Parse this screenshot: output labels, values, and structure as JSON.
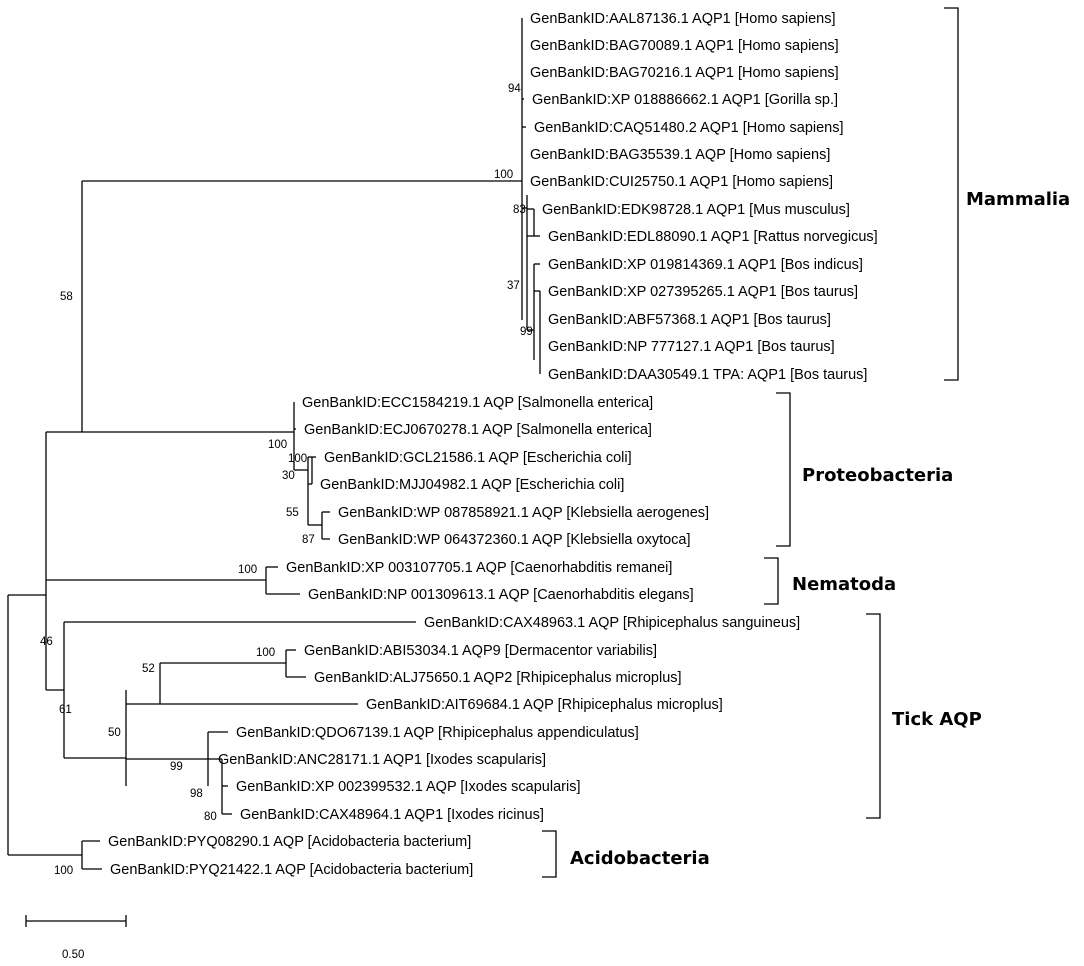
{
  "leaves": [
    {
      "id": "L1",
      "label": "GenBankID:AAL87136.1 AQP1 [Homo sapiens]"
    },
    {
      "id": "L2",
      "label": "GenBankID:BAG70089.1 AQP1 [Homo sapiens]"
    },
    {
      "id": "L3",
      "label": "GenBankID:BAG70216.1 AQP1 [Homo sapiens]"
    },
    {
      "id": "L4",
      "label": "GenBankID:XP 018886662.1 AQP1 [Gorilla sp.]"
    },
    {
      "id": "L5",
      "label": "GenBankID:CAQ51480.2 AQP1 [Homo sapiens]"
    },
    {
      "id": "L6",
      "label": "GenBankID:BAG35539.1 AQP [Homo sapiens]"
    },
    {
      "id": "L7",
      "label": "GenBankID:CUI25750.1 AQP1 [Homo sapiens]"
    },
    {
      "id": "L8",
      "label": "GenBankID:EDK98728.1 AQP1 [Mus musculus]"
    },
    {
      "id": "L9",
      "label": "GenBankID:EDL88090.1 AQP1 [Rattus norvegicus]"
    },
    {
      "id": "L10",
      "label": "GenBankID:XP 019814369.1 AQP1 [Bos indicus]"
    },
    {
      "id": "L11",
      "label": "GenBankID:XP 027395265.1 AQP1 [Bos taurus]"
    },
    {
      "id": "L12",
      "label": "GenBankID:ABF57368.1 AQP1 [Bos taurus]"
    },
    {
      "id": "L13",
      "label": "GenBankID:NP 777127.1 AQP1 [Bos taurus]"
    },
    {
      "id": "L14",
      "label": "GenBankID:DAA30549.1 TPA: AQP1 [Bos taurus]"
    },
    {
      "id": "L15",
      "label": "GenBankID:ECC1584219.1 AQP [Salmonella enterica]"
    },
    {
      "id": "L16",
      "label": "GenBankID:ECJ0670278.1 AQP [Salmonella enterica]"
    },
    {
      "id": "L17",
      "label": "GenBankID:GCL21586.1 AQP [Escherichia coli]"
    },
    {
      "id": "L18",
      "label": "GenBankID:MJJ04982.1 AQP [Escherichia coli]"
    },
    {
      "id": "L19",
      "label": "GenBankID:WP 087858921.1 AQP [Klebsiella aerogenes]"
    },
    {
      "id": "L20",
      "label": "GenBankID:WP 064372360.1 AQP [Klebsiella oxytoca]"
    },
    {
      "id": "L21",
      "label": "GenBankID:XP 003107705.1  AQP [Caenorhabditis remanei]"
    },
    {
      "id": "L22",
      "label": "GenBankID:NP 001309613.1  AQP [Caenorhabditis elegans]"
    },
    {
      "id": "L23",
      "label": "GenBankID:CAX48963.1 AQP [Rhipicephalus sanguineus]"
    },
    {
      "id": "L24",
      "label": "GenBankID:ABI53034.1 AQP9 [Dermacentor variabilis]"
    },
    {
      "id": "L25",
      "label": "GenBankID:ALJ75650.1 AQP2 [Rhipicephalus microplus]"
    },
    {
      "id": "L26",
      "label": "GenBankID:AIT69684.1 AQP [Rhipicephalus microplus]"
    },
    {
      "id": "L27",
      "label": "GenBankID:QDO67139.1 AQP [Rhipicephalus appendiculatus]"
    },
    {
      "id": "L28",
      "label": "GenBankID:ANC28171.1 AQP1 [Ixodes scapularis]"
    },
    {
      "id": "L29",
      "label": "GenBankID:XP 002399532.1 AQP [Ixodes scapularis]"
    },
    {
      "id": "L30",
      "label": "GenBankID:CAX48964.1 AQP1 [Ixodes ricinus]"
    },
    {
      "id": "L31",
      "label": "GenBankID:PYQ08290.1 AQP [Acidobacteria bacterium]"
    },
    {
      "id": "L32",
      "label": "GenBankID:PYQ21422.1  AQP [Acidobacteria bacterium]"
    }
  ],
  "bootstrap_values": [
    {
      "id": "B94",
      "text": "94"
    },
    {
      "id": "B100m",
      "text": "100"
    },
    {
      "id": "B83",
      "text": "83"
    },
    {
      "id": "B37",
      "text": "37"
    },
    {
      "id": "B99m",
      "text": "99"
    },
    {
      "id": "B58",
      "text": "58"
    },
    {
      "id": "B100p",
      "text": "100"
    },
    {
      "id": "B100e",
      "text": "100"
    },
    {
      "id": "B30",
      "text": "30"
    },
    {
      "id": "B55",
      "text": "55"
    },
    {
      "id": "B87",
      "text": "87"
    },
    {
      "id": "B100n",
      "text": "100"
    },
    {
      "id": "B46",
      "text": "46"
    },
    {
      "id": "B61",
      "text": "61"
    },
    {
      "id": "B100t",
      "text": "100"
    },
    {
      "id": "B52",
      "text": "52"
    },
    {
      "id": "B50",
      "text": "50"
    },
    {
      "id": "B99t",
      "text": "99"
    },
    {
      "id": "B98",
      "text": "98"
    },
    {
      "id": "B80",
      "text": "80"
    },
    {
      "id": "B100a",
      "text": "100"
    }
  ],
  "clades": [
    {
      "id": "C1",
      "name": "Mammalia"
    },
    {
      "id": "C2",
      "name": "Proteobacteria"
    },
    {
      "id": "C3",
      "name": "Nematoda"
    },
    {
      "id": "C4",
      "name": "Tick AQP"
    },
    {
      "id": "C5",
      "name": "Acidobacteria"
    }
  ],
  "scale_bar": {
    "label": "0.50"
  }
}
